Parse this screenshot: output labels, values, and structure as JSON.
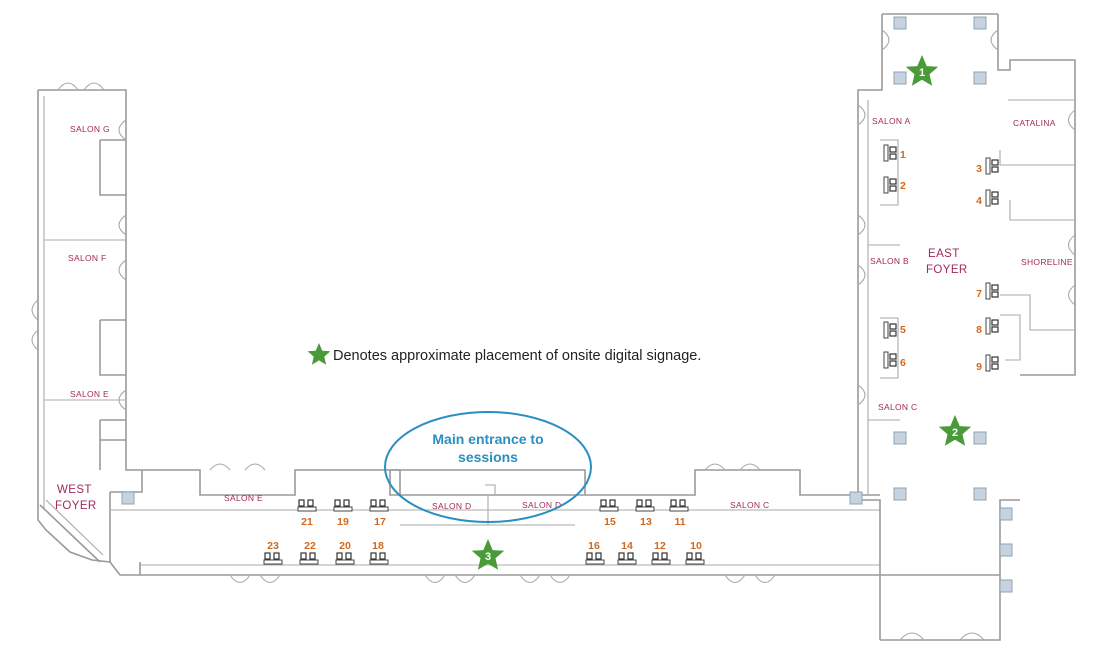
{
  "rooms": {
    "salon_g": "SALON G",
    "salon_f": "SALON F",
    "salon_e_west": "SALON E",
    "west_foyer_line1": "WEST",
    "west_foyer_line2": "FOYER",
    "salon_e_south": "SALON E",
    "salon_d_left": "SALON D",
    "salon_d_right": "SALON D",
    "salon_c_south": "SALON C",
    "salon_a": "SALON A",
    "salon_b": "SALON B",
    "salon_c_east": "SALON C",
    "catalina": "CATALINA",
    "east_foyer_line1": "EAST",
    "east_foyer_line2": "FOYER",
    "shoreline": "SHORELINE"
  },
  "legend": {
    "text": "Denotes approximate placement of onsite digital signage.",
    "icon": "green-star-icon",
    "color": "#4a9a3a"
  },
  "entrance": {
    "line1": "Main entrance to",
    "line2": "sessions",
    "color": "#2a8fc0"
  },
  "signage": [
    {
      "number": "1"
    },
    {
      "number": "2"
    },
    {
      "number": "3"
    }
  ],
  "booths": {
    "b1": "1",
    "b2": "2",
    "b3": "3",
    "b4": "4",
    "b5": "5",
    "b6": "6",
    "b7": "7",
    "b8": "8",
    "b9": "9",
    "b10": "10",
    "b11": "11",
    "b12": "12",
    "b13": "13",
    "b14": "14",
    "b15": "15",
    "b16": "16",
    "b17": "17",
    "b18": "18",
    "b19": "19",
    "b20": "20",
    "b21": "21",
    "b22": "22",
    "b23": "23"
  }
}
